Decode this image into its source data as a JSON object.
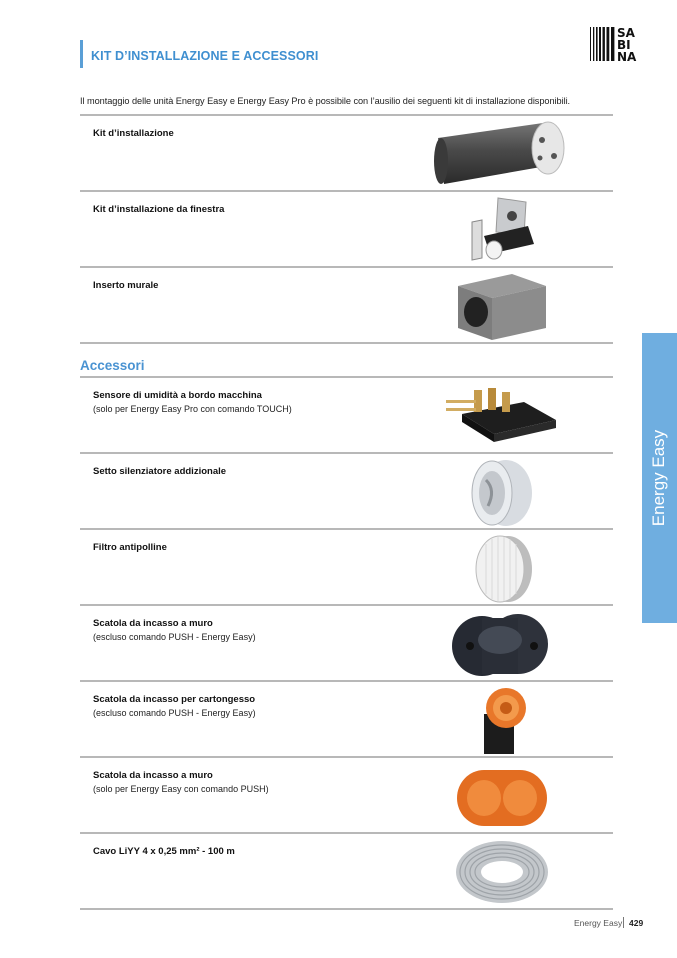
{
  "header": {
    "title": "KIT D’INSTALLAZIONE E ACCESSORI",
    "logo_lines": [
      "SA",
      "BI",
      "NA"
    ]
  },
  "intro": "Il montaggio delle unità Energy Easy e Energy Easy Pro è possibile con l’ausilio dei seguenti kit di installazione disponibili.",
  "kits": [
    {
      "title": "Kit d’installazione",
      "subtitle": ""
    },
    {
      "title": "Kit d’installazione da finestra",
      "subtitle": ""
    },
    {
      "title": "Inserto murale",
      "subtitle": ""
    }
  ],
  "accessories_heading": "Accessori",
  "accessories": [
    {
      "title": "Sensore di umidità a bordo macchina",
      "subtitle": "(solo per Energy Easy Pro con comando TOUCH)"
    },
    {
      "title": "Setto silenziatore addizionale",
      "subtitle": ""
    },
    {
      "title": "Filtro antipolline",
      "subtitle": ""
    },
    {
      "title": "Scatola da incasso a muro",
      "subtitle": "(escluso comando PUSH - Energy Easy)"
    },
    {
      "title": "Scatola da incasso per cartongesso",
      "subtitle": "(escluso comando PUSH - Energy Easy)"
    },
    {
      "title": "Scatola da incasso a muro",
      "subtitle": "(solo per Energy Easy con comando PUSH)"
    },
    {
      "title": "Cavo LiYY 4 x 0,25 mm² - 100 m",
      "subtitle": ""
    }
  ],
  "side_tab": {
    "label": "Energy Easy",
    "color": "#6faee0"
  },
  "footer": {
    "label": "Energy Easy",
    "page": "429"
  },
  "colors": {
    "accent": "#3f8fd0",
    "orange": "#e8772a"
  }
}
